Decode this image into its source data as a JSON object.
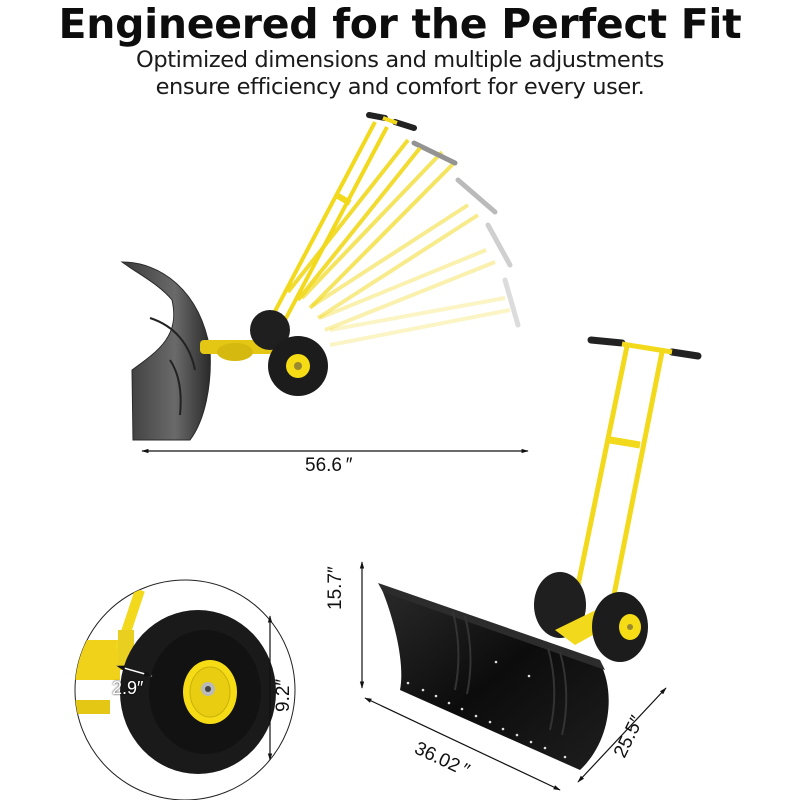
{
  "header": {
    "title": "Engineered for the Perfect Fit",
    "subtitle_line1": "Optimized dimensions and multiple adjustments",
    "subtitle_line2": "ensure efficiency and comfort for every user."
  },
  "side_view": {
    "handle_positions": 6,
    "length_label": "56.6 ″"
  },
  "main_view": {
    "height_label": "15.7″",
    "width_label": "36.02 ″",
    "depth_label": "25.5″"
  },
  "wheel_detail": {
    "tire_width_label": "2.9″",
    "wheel_diameter_label": "9.2″"
  },
  "colors": {
    "frame_yellow": "#f2d91c",
    "blade_black": "#141414",
    "tire_black": "#1c1c1c",
    "hub_yellow": "#f5dc14",
    "text": "#111111"
  }
}
